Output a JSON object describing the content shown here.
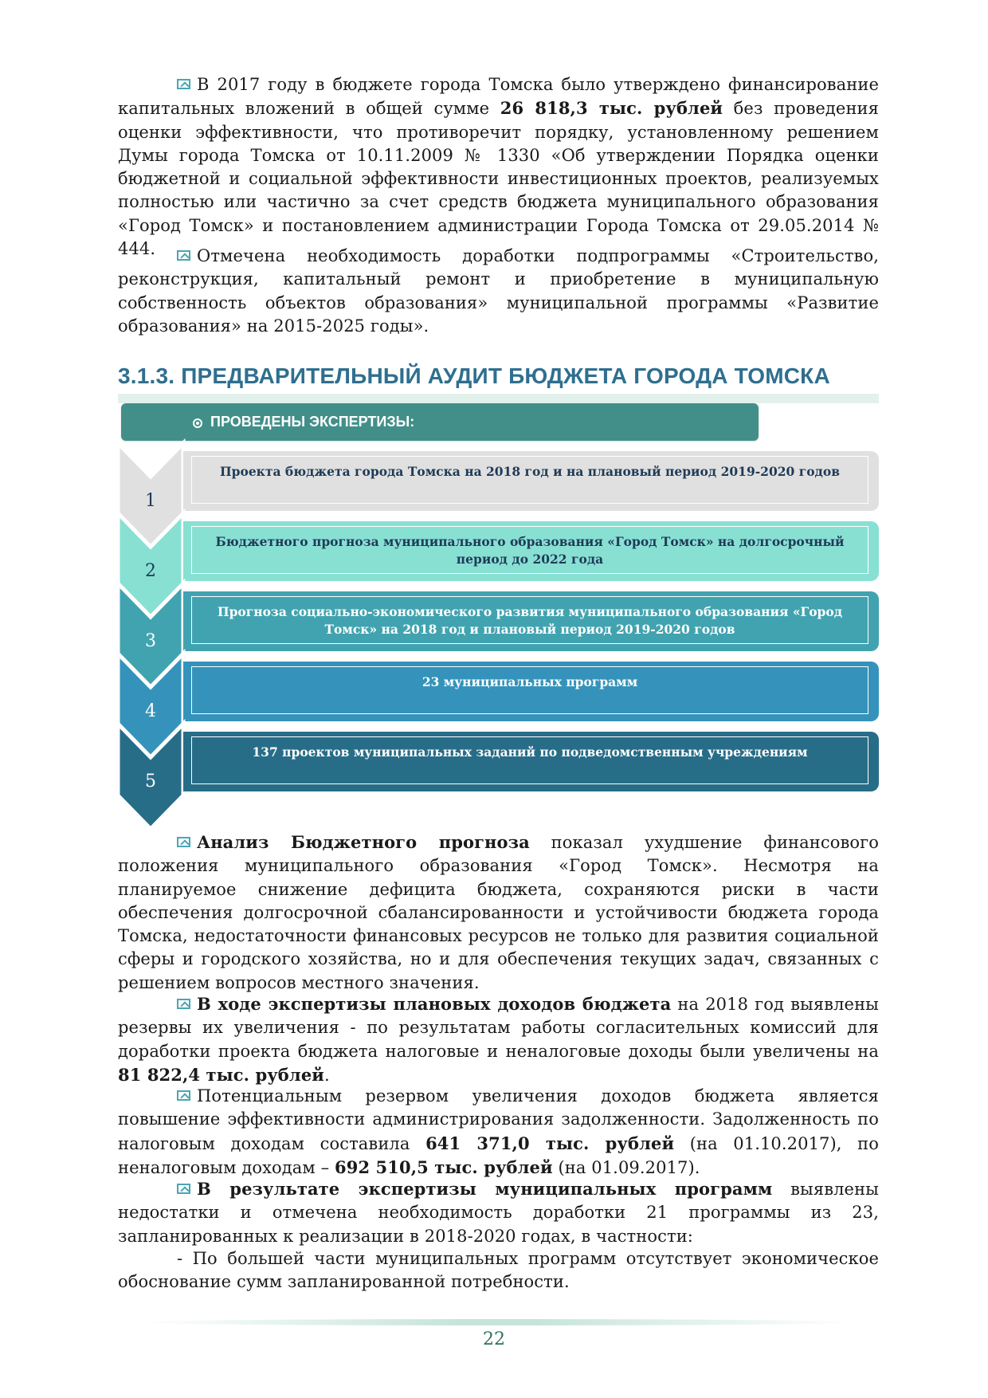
{
  "paragraphs": {
    "p1": {
      "a": "В 2017 году в бюджете города Томска было утверждено финансирование капитальных вложений в общей сумме ",
      "b": "26 818,3 тыс. рублей",
      "c": " без проведения оценки эффективности, что противоречит порядку, установленному решением Думы города Томска от 10.11.2009 № 1330 «Об утверждении Порядка оценки бюджетной и социальной эффективности инвестиционных проектов, реализуемых полностью или частично за счет средств бюджета муниципального образования «Город Томск» и постановлением администрации Города Томска от 29.05.2014 № 444."
    },
    "p2": {
      "a": "Отмечена необходимость доработки подпрограммы «Строительство, реконструкция, капитальный ремонт и приобретение в муниципальную собственность объектов образования» муниципальной программы «Развитие образования» на 2015-2025 годы»."
    },
    "p3": {
      "b": "Анализ Бюджетного прогноза",
      "c": " показал ухудшение финансового положения муниципального образования «Город Томск». Несмотря на планируемое снижение дефицита бюджета, сохраняются риски в части обеспечения долгосрочной сбалансированности и устойчивости бюджета города Томска, недостаточности финансовых ресурсов не только для развития социальной сферы и городского хозяйства, но и для обеспечения текущих задач, связанных с решением вопросов местного значения."
    },
    "p4": {
      "b": "В ходе экспертизы плановых доходов бюджета",
      "c": " на 2018 год выявлены резервы их увеличения - по результатам работы согласительных комиссий для доработки проекта бюджета налоговые и неналоговые доходы были увеличены на ",
      "d": "81 822,4 тыс. рублей",
      "e": "."
    },
    "p5": {
      "a": "Потенциальным резервом увеличения доходов бюджета является повышение эффективности администрирования задолженности. Задолженность по налоговым доходам составила ",
      "b": "641 371,0 тыс. рублей",
      "c": " (на 01.10.2017), по неналоговым доходам – ",
      "d": "692 510,5 тыс. рублей",
      "e": " (на 01.09.2017)."
    },
    "p6": {
      "b": "В результате экспертизы муниципальных программ",
      "c": " выявлены недостатки и отмечена необходимость доработки 21 программы из 23, запланированных к реализации в 2018-2020 годах, в частности:"
    },
    "p7": {
      "a": "- По большей части муниципальных программ отсутствует экономическое обоснование сумм запланированной потребности."
    }
  },
  "section": {
    "title": "3.1.3. ПРЕДВАРИТЕЛЬНЫЙ АУДИТ БЮДЖЕТА ГОРОДА ТОМСКА",
    "banner": "ПРОВЕДЕНЫ ЭКСПЕРТИЗЫ:"
  },
  "steps": [
    {
      "num": "1",
      "text": "Проекта бюджета города Томска на 2018 год и на плановый период 2019-2020 годов",
      "color": "#e0e0e0",
      "text_color": "#1f3b57"
    },
    {
      "num": "2",
      "text": "Бюджетного прогноза муниципального образования «Город Томск» на долгосрочный период до 2022 года",
      "color": "#88e0d3",
      "text_color": "#1f3b57"
    },
    {
      "num": "3",
      "text": "Прогноза социально-экономического развития муниципального образования «Город Томск» на 2018 год и плановый период 2019-2020 годов",
      "color": "#42a3b0",
      "text_color": "#ffffff"
    },
    {
      "num": "4",
      "text": "23 муниципальных программ",
      "color": "#3593bb",
      "text_color": "#ffffff"
    },
    {
      "num": "5",
      "text": "137 проектов муниципальных заданий по подведомственным учреждениям",
      "color": "#286d88",
      "text_color": "#ffffff"
    }
  ],
  "footer": {
    "page_number": "22"
  },
  "colors": {
    "heading": "#2f6f8f",
    "banner": "#428f89",
    "icon": "#4aa6b3"
  }
}
